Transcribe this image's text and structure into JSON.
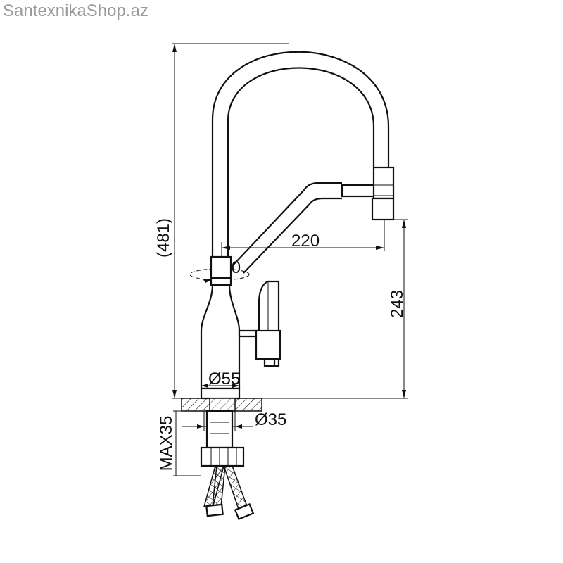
{
  "watermark": "SantexnikaShop.az",
  "dimensions": {
    "total_height": "(481)",
    "reach": "220",
    "spout_height": "243",
    "rotation": "360",
    "base_diameter": "Ø55",
    "hole_diameter": "Ø35",
    "max_thickness": "MAX35"
  },
  "colors": {
    "line": "#111111",
    "watermark": "#9a9a9a",
    "hatch": "#111111"
  }
}
